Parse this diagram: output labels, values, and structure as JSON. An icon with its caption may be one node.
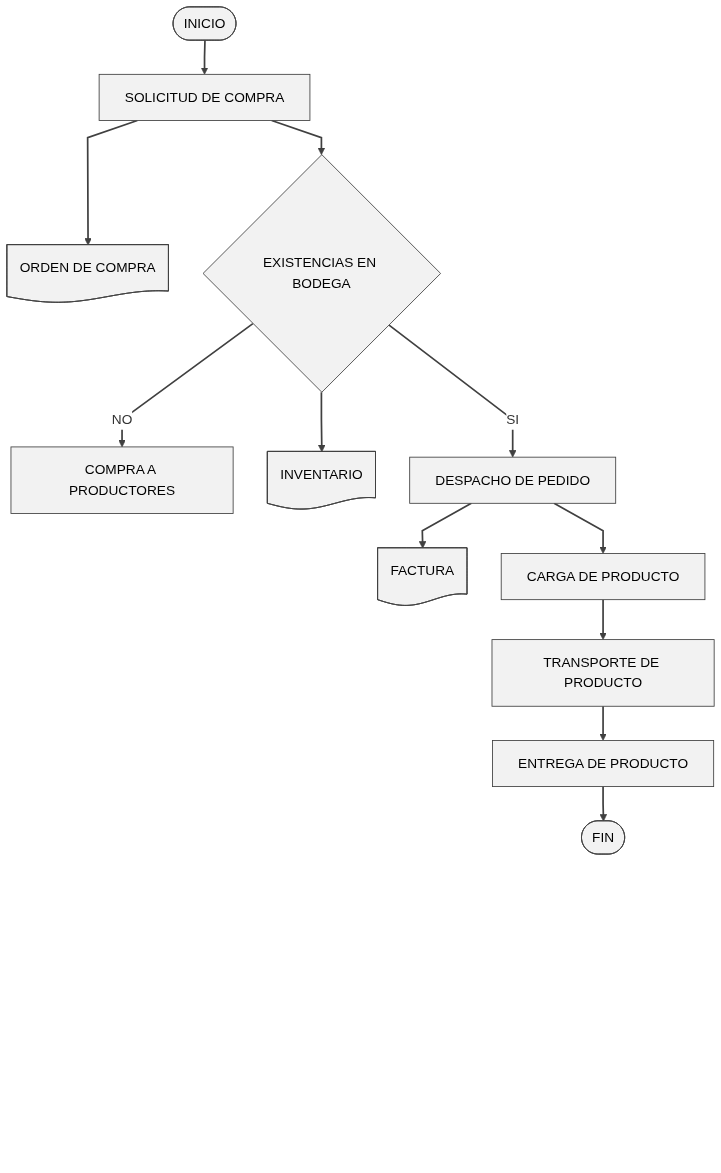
{
  "diagram": {
    "nodes": [
      {
        "text": [
          "INICIO"
        ]
      },
      {
        "text": [
          "SOLICITUD DE COMPRA"
        ]
      },
      {
        "text": [
          "ORDEN DE COMPRA"
        ]
      },
      {
        "text": [
          "EXISTENCIAS EN BODEGA"
        ]
      },
      {
        "text": [
          "COMPRA A PRODUCTORES"
        ]
      },
      {
        "text": [
          "INVENTARIO"
        ]
      },
      {
        "text": [
          "DESPACHO DE PEDIDO"
        ]
      },
      {
        "text": [
          "FACTURA"
        ]
      },
      {
        "text": [
          "CARGA DE PRODUCTO"
        ]
      },
      {
        "text": [
          "TRANSPORTE DE PRODUCTO"
        ]
      },
      {
        "text": [
          "ENTREGA DE PRODUCTO"
        ]
      },
      {
        "text": [
          "FIN"
        ]
      }
    ],
    "edges": [
      {
        "from": 0,
        "to": 1,
        "arrow": "to"
      },
      {
        "from": 1,
        "to": 2,
        "arrow": "to"
      },
      {
        "from": 1,
        "to": 3,
        "arrow": "to"
      },
      {
        "from": 3,
        "to": 4,
        "label": "NO",
        "arrow": "to"
      },
      {
        "from": 3,
        "to": 5,
        "arrow": "to"
      },
      {
        "from": 3,
        "to": 6,
        "label": "SI",
        "arrow": "to"
      },
      {
        "from": 6,
        "to": 7,
        "arrow": "to"
      },
      {
        "from": 6,
        "to": 8,
        "arrow": "to"
      },
      {
        "from": 8,
        "to": 9,
        "arrow": "to"
      },
      {
        "from": 9,
        "to": 10,
        "arrow": "to"
      },
      {
        "from": 10,
        "to": 11,
        "arrow": "to"
      }
    ]
  }
}
